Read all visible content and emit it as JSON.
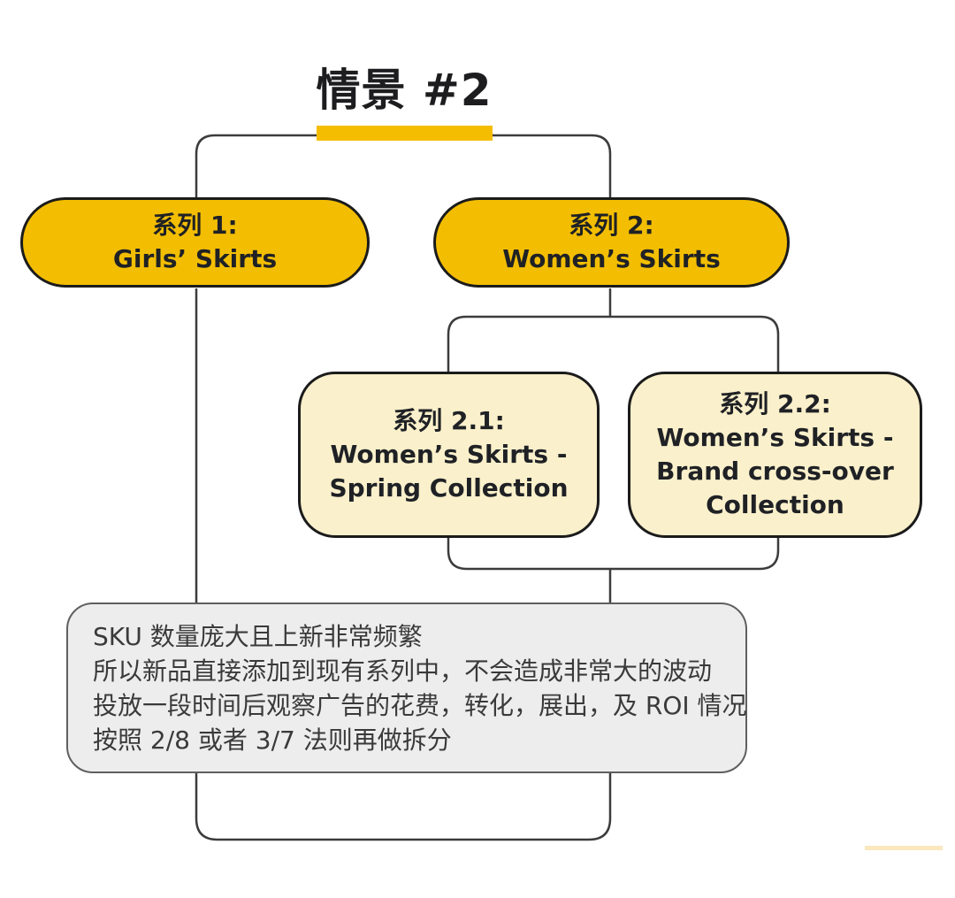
{
  "title": "情景 #2",
  "colors": {
    "gold": "#F3BE02",
    "highlight_bar": "#F5BD02",
    "cream": "#FAF0CB",
    "note_background": "#EDEDED",
    "node_border": "#1B1B1B",
    "connector_line": "#3C3C3C",
    "text": "#202124"
  },
  "nodes": {
    "series1": {
      "lines": [
        "系列 1:",
        "Girls’ Skirts"
      ]
    },
    "series2": {
      "lines": [
        "系列 2:",
        "Women’s Skirts"
      ]
    },
    "series2_1": {
      "lines": [
        "系列 2.1:",
        "Women’s Skirts -",
        "Spring Collection"
      ]
    },
    "series2_2": {
      "lines": [
        "系列 2.2:",
        "Women’s Skirts -",
        "Brand cross-over",
        "Collection"
      ]
    }
  },
  "note": {
    "lines": [
      "SKU 数量庞大且上新非常频繁",
      "所以新品直接添加到现有系列中，不会造成非常大的波动",
      "投放一段时间后观察广告的花费，转化，展出，及 ROI 情况",
      "按照 2/8 或者 3/7 法则再做拆分"
    ]
  }
}
